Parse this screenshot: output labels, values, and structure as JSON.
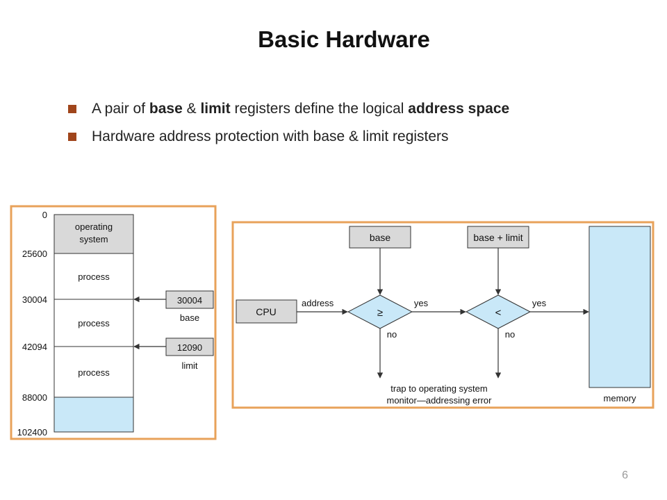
{
  "slide": {
    "title": "Basic Hardware",
    "page_number": "6"
  },
  "bullets": [
    {
      "segments": [
        {
          "text": "A pair of ",
          "bold": false
        },
        {
          "text": "base",
          "bold": true
        },
        {
          "text": " & ",
          "bold": false
        },
        {
          "text": "limit",
          "bold": true
        },
        {
          "text": " registers define the logical ",
          "bold": false
        },
        {
          "text": "address space",
          "bold": true
        }
      ]
    },
    {
      "segments": [
        {
          "text": "Hardware address protection with base & limit registers",
          "bold": false
        }
      ]
    }
  ],
  "memory_diagram": {
    "addresses": [
      "0",
      "25600",
      "30004",
      "42094",
      "88000",
      "102400"
    ],
    "regions": [
      "operating\nsystem",
      "process",
      "process",
      "process",
      ""
    ],
    "base_register": {
      "value": "30004",
      "label": "base"
    },
    "limit_register": {
      "value": "12090",
      "label": "limit"
    }
  },
  "protection_diagram": {
    "cpu": "CPU",
    "base": "base",
    "base_plus_limit": "base + limit",
    "address_label": "address",
    "cmp1_symbol": "≥",
    "cmp2_symbol": "<",
    "yes1": "yes",
    "yes2": "yes",
    "no1": "no",
    "no2": "no",
    "trap_line1": "trap to operating system",
    "trap_line2": "monitor—addressing error",
    "memory": "memory"
  },
  "colors": {
    "bullet_square": "#a0451b",
    "frame_border": "#e8a25a",
    "box_gray": "#d9d9d9",
    "memory_blue": "#c9e8f8",
    "diamond_blue": "#c9e8f8",
    "line": "#333333"
  }
}
